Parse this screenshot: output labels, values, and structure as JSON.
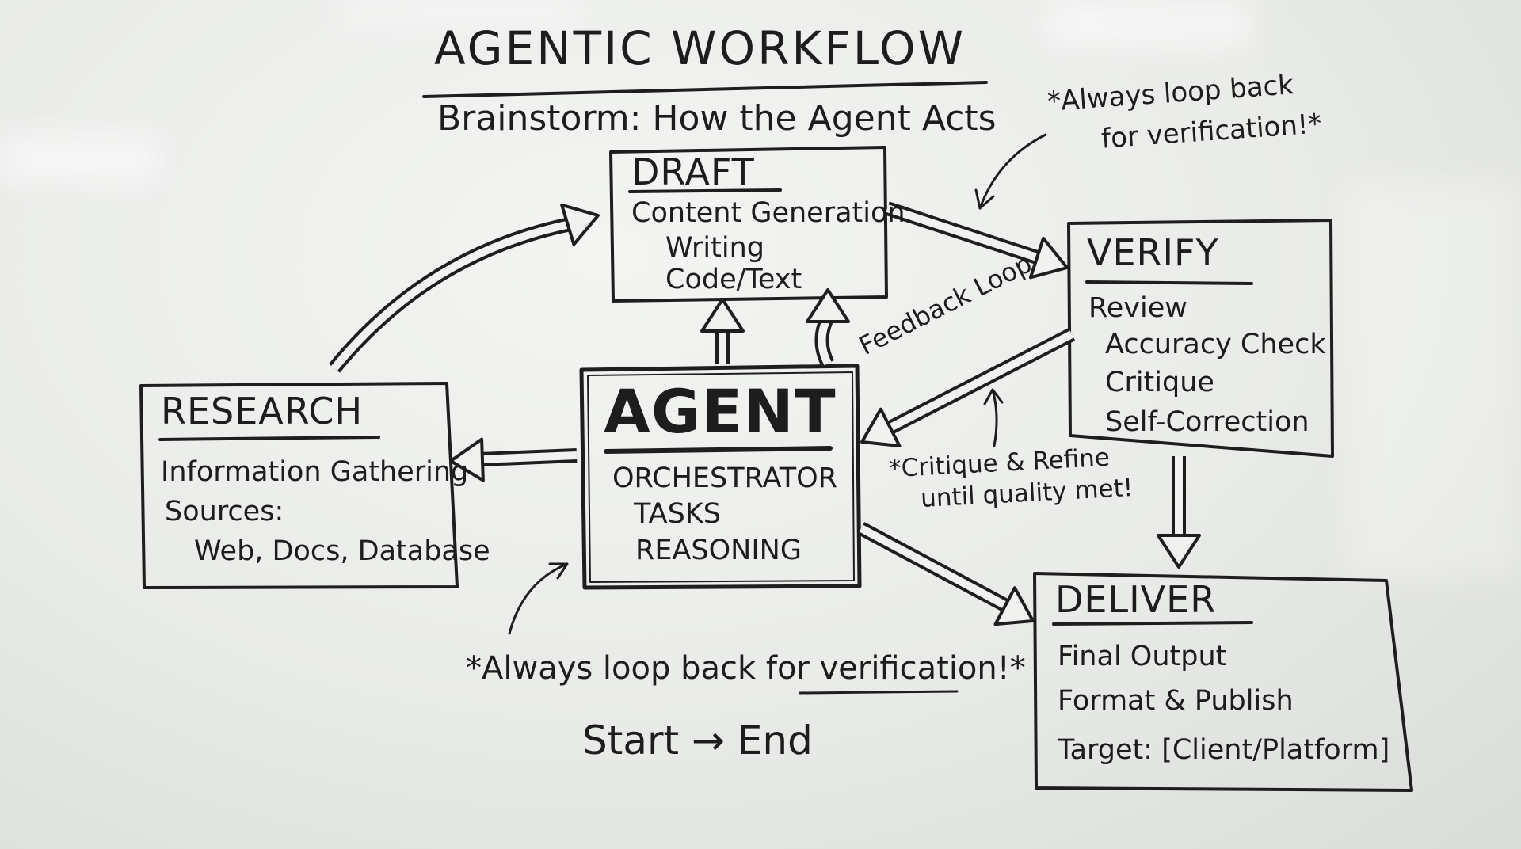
{
  "title": "AGENTIC WORKFLOW",
  "subtitle": "Brainstorm: How the Agent Acts",
  "nodes": {
    "draft": {
      "heading": "DRAFT",
      "lines": [
        "Content Generation",
        "Writing",
        "Code/Text"
      ]
    },
    "verify": {
      "heading": "VERIFY",
      "lines": [
        "Review",
        "Accuracy Check",
        "Critique",
        "Self-Correction"
      ]
    },
    "research": {
      "heading": "RESEARCH",
      "lines": [
        "Information Gathering",
        "Sources:",
        "Web, Docs, Database"
      ]
    },
    "agent": {
      "heading": "AGENT",
      "lines": [
        "ORCHESTRATOR",
        "TASKS",
        "REASONING"
      ]
    },
    "deliver": {
      "heading": "DELIVER",
      "lines": [
        "Final Output",
        "Format & Publish",
        "Target: [Client/Platform]"
      ]
    }
  },
  "notes": {
    "top_right": [
      "*Always loop back",
      "for verification!*"
    ],
    "feedback_loop": "Feedback Loop",
    "critique": [
      "*Critique & Refine",
      "until quality met!"
    ],
    "bottom": {
      "prefix": "*Always loop back for ",
      "underlined": "verification",
      "suffix": "!*"
    },
    "start_end": "Start → End"
  }
}
